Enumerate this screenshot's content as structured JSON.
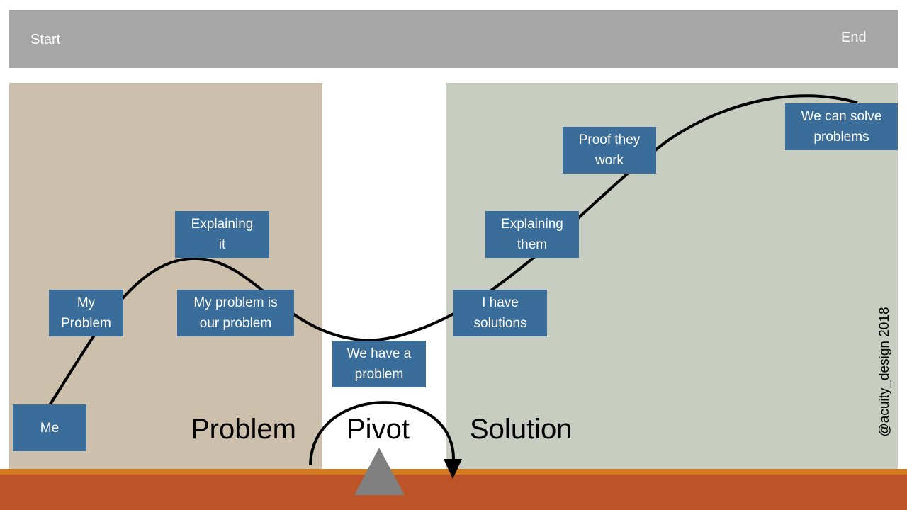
{
  "timeline": {
    "start_label": "Start",
    "end_label": "End"
  },
  "sections": {
    "problem": "Problem",
    "pivot": "Pivot",
    "solution": "Solution"
  },
  "stages": [
    {
      "line1": "Me",
      "line2": ""
    },
    {
      "line1": "My",
      "line2": "Problem"
    },
    {
      "line1": "Explaining",
      "line2": "it"
    },
    {
      "line1": "My problem is",
      "line2": "our problem"
    },
    {
      "line1": "We have a",
      "line2": "problem"
    },
    {
      "line1": "I have",
      "line2": "solutions"
    },
    {
      "line1": "Explaining",
      "line2": "them"
    },
    {
      "line1": "Proof they",
      "line2": "work"
    },
    {
      "line1": "We can solve",
      "line2": "problems"
    }
  ],
  "credit": "@acuity_design 2018",
  "colors": {
    "timeline_bar": "#a6a6a6",
    "problem_panel": "#ccc0ad",
    "solution_panel": "#c8cdc2",
    "stage_box": "#3b6d9a",
    "floor_top": "#d47a1e",
    "floor": "#bc5428",
    "pivot_triangle": "#808080"
  }
}
